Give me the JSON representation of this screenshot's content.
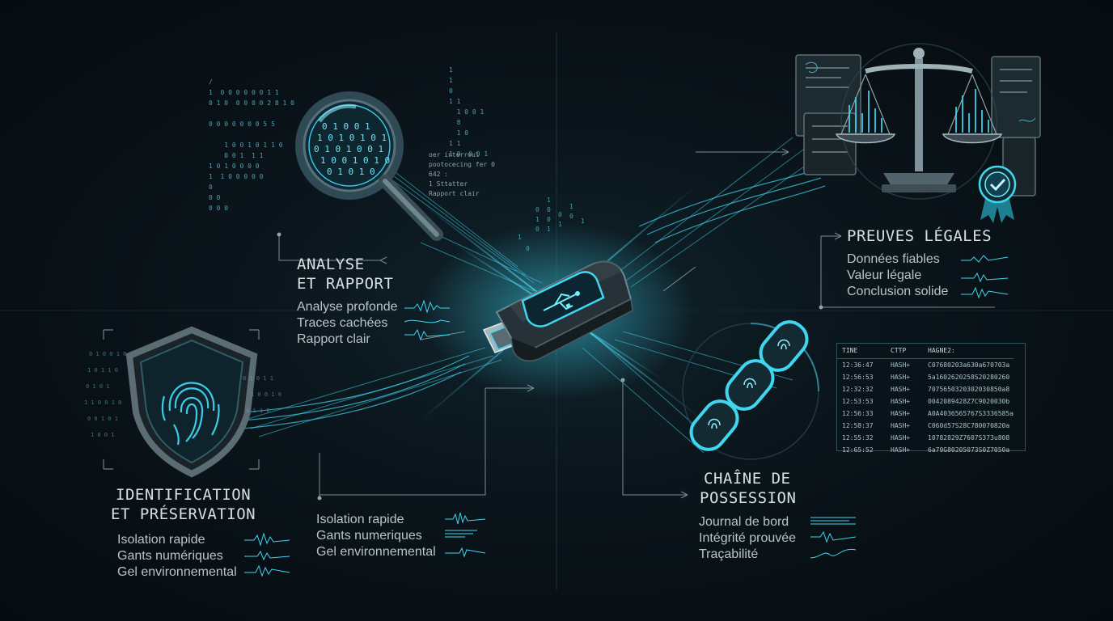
{
  "colors": {
    "accent": "#3fd6f0",
    "accent_dim": "#1e7f93",
    "background": "#070d12",
    "steel": "#5b6b73"
  },
  "analyse": {
    "title_lines": [
      "ANALYSE",
      "ET RAPPORT"
    ],
    "items": [
      "Analyse profonde",
      "Traces cachées",
      "Rapport clair"
    ],
    "icon": "magnifier-icon",
    "bits_left": [
      "/",
      "1  0 0 0 0 0 0 1 1",
      "0 1 0  0 0 0 0 2 8 1 0",
      "",
      "0 0 0 0 0 0 0 5 5",
      "",
      "    1 0 0 1 0 1 1 0",
      "    0 0 1  1 1",
      "1 0 1 0 0 0 0",
      "1  1 0 0 0 0 0",
      "0",
      "0 0",
      "0 0 0"
    ],
    "bits_right": [
      "1",
      "1",
      "0",
      "1 1",
      "  1 0 0 1",
      "  8",
      "  1 0",
      "1 1",
      "1 0  0 0 1"
    ],
    "meta_lines": [
      "oer interroul",
      "pootocecing fer 0",
      "642 :",
      "1 Sttatter",
      "Rapport clair"
    ]
  },
  "identification": {
    "title_lines": [
      "IDENTIFICATION",
      "ET PRÉSERVATION"
    ],
    "items": [
      "Isolation rapide",
      "Gants numériques",
      "Gel environnemental"
    ],
    "icon": "fingerprint-shield-icon"
  },
  "center": {
    "items": [
      "Isolation rapide",
      "Gants numeriques",
      "Gel environnemental"
    ],
    "icon": "usb-drive-icon"
  },
  "preuves": {
    "title": "PREUVES LÉGALES",
    "items": [
      "Données fiables",
      "Valeur légale",
      "Conclusion solide"
    ],
    "icon": "scales-of-justice-icon",
    "badge_icon": "certified-badge-icon"
  },
  "chaine": {
    "title_lines": [
      "CHAÎNE DE",
      "POSSESSION"
    ],
    "items": [
      "Journal de bord",
      "Intégrité prouvée",
      "Traçabilité"
    ],
    "icon": "fingerprint-chain-icon",
    "log": {
      "headers": [
        "TINE",
        "CTTP",
        "HAGNE2:"
      ],
      "rows": [
        [
          "12:36:47",
          "HASH+",
          "C07680203a630a670703a"
        ],
        [
          "12:56:53",
          "HASH+",
          "5a1602620258S20280260"
        ],
        [
          "12:32:32",
          "HASH+",
          "7075650320302030850a8"
        ],
        [
          "12:53:53",
          "HASH+",
          "0042089428Z7C9020030b"
        ],
        [
          "12:56:33",
          "HASH+",
          "A0A4036565767S3336585a"
        ],
        [
          "12:58:37",
          "HASH+",
          "C060d57S28C780070820a"
        ],
        [
          "12:55:32",
          "HASH+",
          "10782829Z7607S373u808"
        ],
        [
          "12:65:52",
          "HASH+",
          "6a79G80205073S0Z7050a"
        ]
      ]
    }
  }
}
